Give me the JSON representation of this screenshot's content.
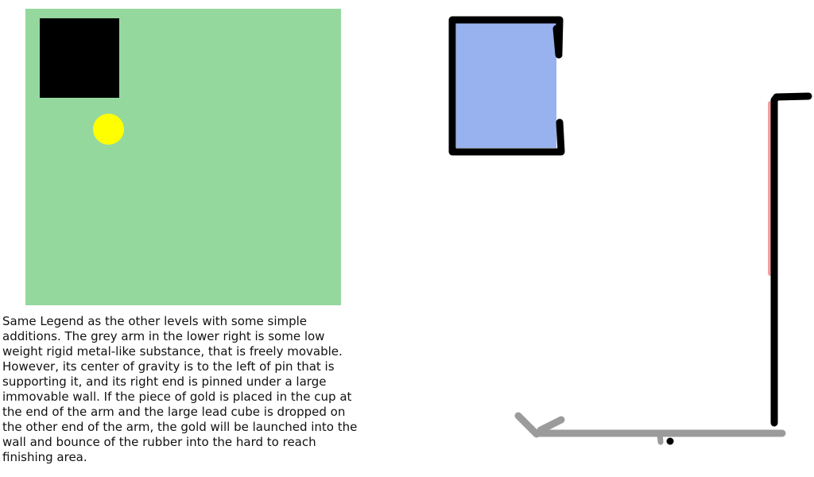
{
  "description": {
    "lines": [
      "Same Legend as the other levels with some simple",
      "additions. The grey arm in the lower right is some low",
      "weight rigid metal-like substance, that is freely movable.",
      "However, its center of gravity is to the left of pin that is",
      "supporting it, and its right end is pinned under a large",
      "immovable wall. If the piece of gold is placed in the cup at",
      "the end of the arm and the large lead cube is dropped on",
      "the other end of the arm, the gold will be launched into the",
      "wall and bounce of the rubber into the hard to reach",
      "finishing area."
    ]
  },
  "colors": {
    "inventory_bg": "#95d89e",
    "lead_cube": "#000000",
    "gold": "#ffff00",
    "finish_area": "#97b2ee",
    "wall": "#000000",
    "rubber": "#f2a0a0",
    "arm": "#9b9b9b",
    "pin": "#000000"
  },
  "icons": {
    "lead_cube": "black-square",
    "gold": "yellow-circle",
    "pin": "black-dot"
  }
}
